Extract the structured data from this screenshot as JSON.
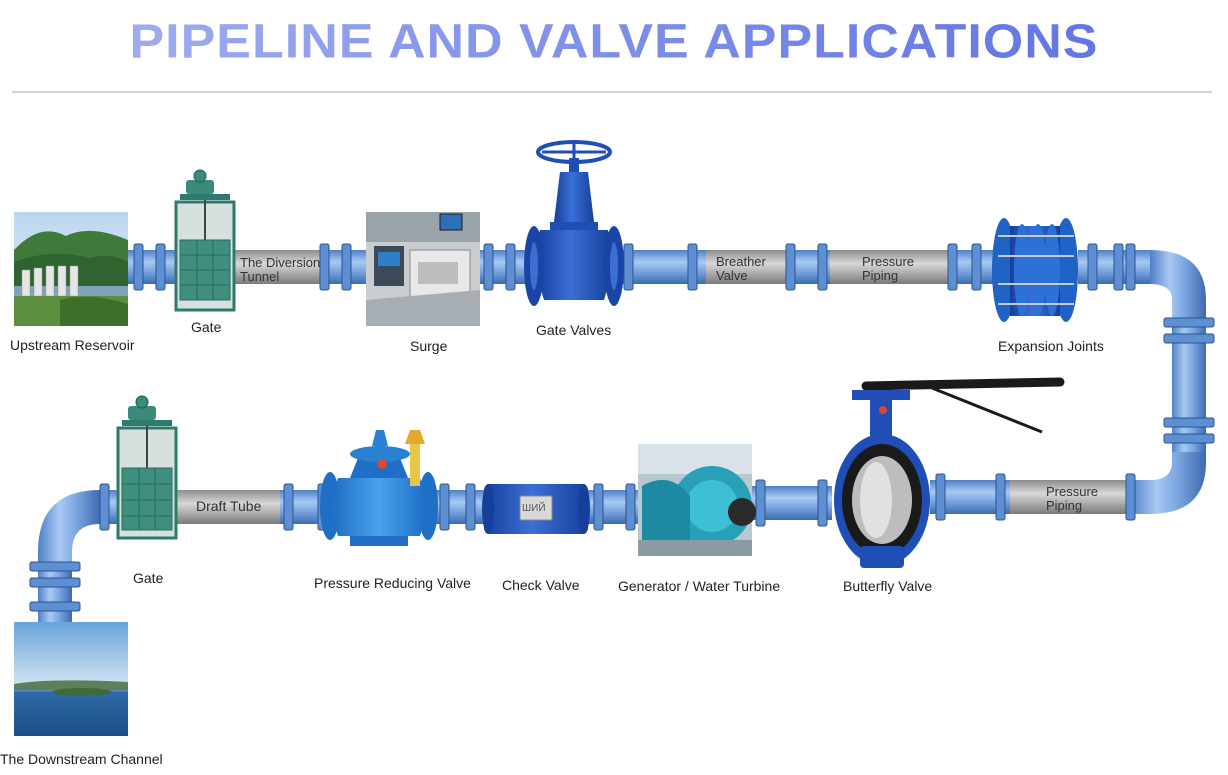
{
  "title": "PIPELINE AND VALVE APPLICATIONS",
  "labels": {
    "upstream_reservoir": "Upstream Reservoir",
    "gate_top": "Gate",
    "surge": "Surge",
    "gate_valves": "Gate Valves",
    "expansion_joints": "Expansion Joints",
    "gate_bottom": "Gate",
    "pressure_reducing_valve": "Pressure Reducing Valve",
    "check_valve": "Check Valve",
    "generator_turbine": "Generator / Water Turbine",
    "butterfly_valve": "Butterfly Valve",
    "downstream_channel": "The Downstream Channel"
  },
  "pipe_labels": {
    "diversion_1": "The Diversion",
    "diversion_2": "Tunnel",
    "breather_1": "Breather",
    "breather_2": "Valve",
    "pressure_top_1": "Pressure",
    "pressure_top_2": "Piping",
    "pressure_bot_1": "Pressure",
    "pressure_bot_2": "Piping",
    "draft_tube": "Draft Tube"
  },
  "valve_markings": {
    "check_valve_plate": "ШИЙ"
  },
  "colors": {
    "pipe": "#6f9fdc",
    "pipe_light": "#a8c8f0",
    "grey_pipe": "#b5b5b5",
    "valve_blue": "#1f4fb4",
    "gate_green": "#2f7a6f"
  }
}
